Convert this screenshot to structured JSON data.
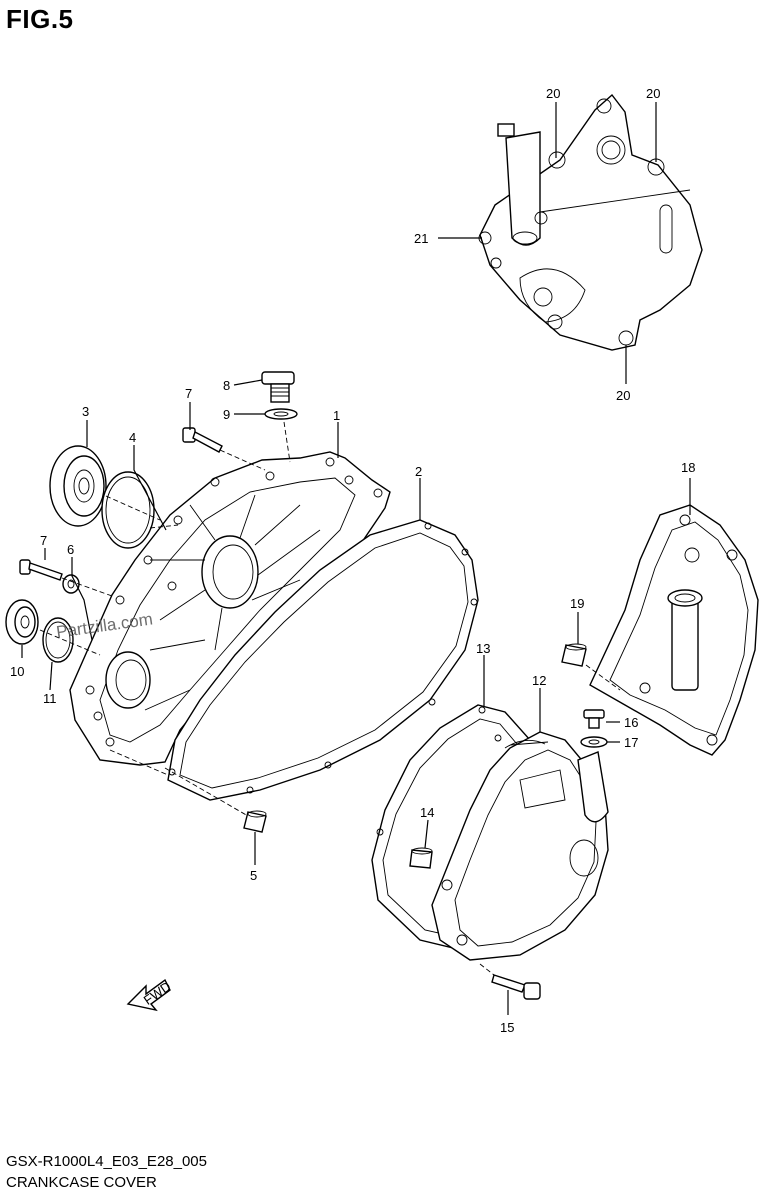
{
  "figure": {
    "title": "FIG.5",
    "code": "GSX-R1000L4_E03_E28_005",
    "name": "CRANKCASE COVER",
    "watermark": "Partzilla.com",
    "fwd_label": "FWD"
  },
  "callouts": [
    {
      "id": "c1",
      "label": "1"
    },
    {
      "id": "c2",
      "label": "2"
    },
    {
      "id": "c3",
      "label": "3"
    },
    {
      "id": "c4",
      "label": "4"
    },
    {
      "id": "c5",
      "label": "5"
    },
    {
      "id": "c6",
      "label": "6"
    },
    {
      "id": "c7a",
      "label": "7"
    },
    {
      "id": "c7b",
      "label": "7"
    },
    {
      "id": "c8",
      "label": "8"
    },
    {
      "id": "c9",
      "label": "9"
    },
    {
      "id": "c10",
      "label": "10"
    },
    {
      "id": "c11",
      "label": "11"
    },
    {
      "id": "c12",
      "label": "12"
    },
    {
      "id": "c13",
      "label": "13"
    },
    {
      "id": "c14",
      "label": "14"
    },
    {
      "id": "c15",
      "label": "15"
    },
    {
      "id": "c16",
      "label": "16"
    },
    {
      "id": "c17",
      "label": "17"
    },
    {
      "id": "c18",
      "label": "18"
    },
    {
      "id": "c19",
      "label": "19"
    },
    {
      "id": "c20a",
      "label": "20"
    },
    {
      "id": "c20b",
      "label": "20"
    },
    {
      "id": "c20c",
      "label": "20"
    },
    {
      "id": "c21",
      "label": "21"
    }
  ]
}
